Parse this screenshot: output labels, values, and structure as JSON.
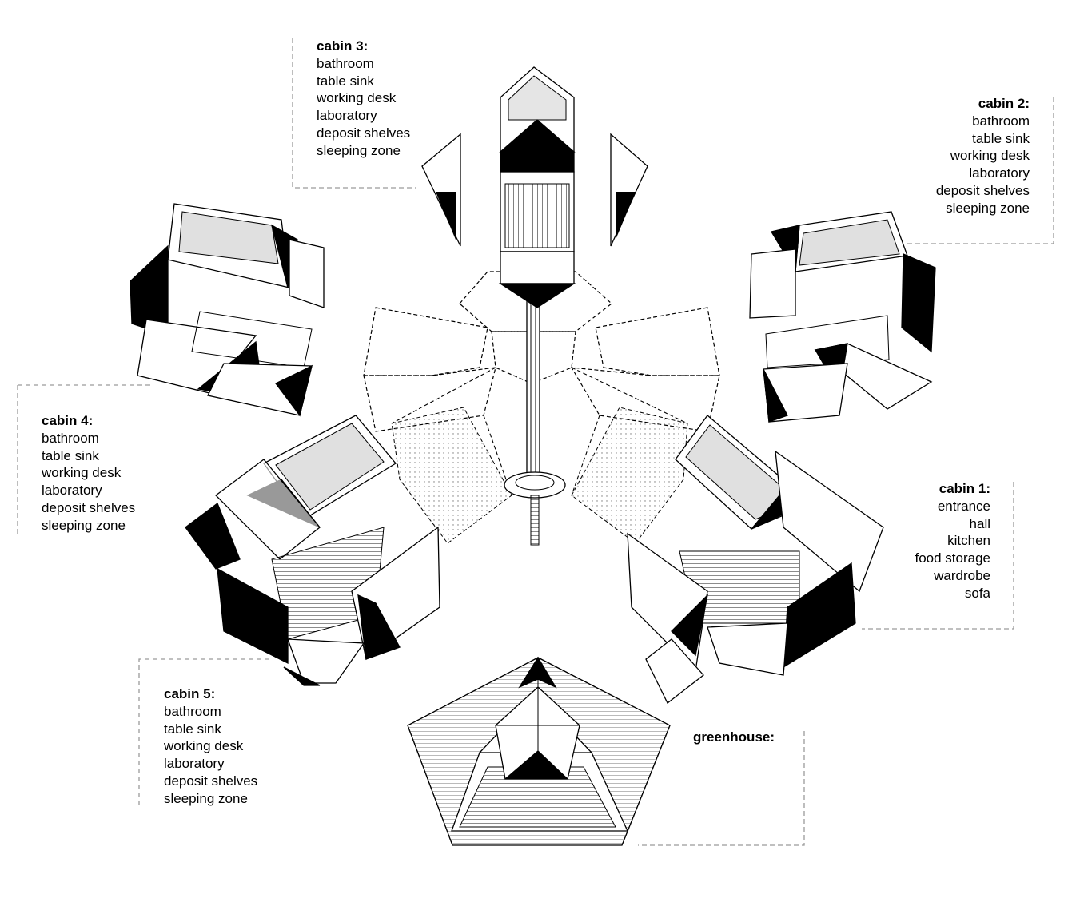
{
  "cabins": [
    {
      "title": "cabin 3:",
      "items": [
        "bathroom",
        "table sink",
        "working desk",
        "laboratory",
        "deposit shelves",
        "sleeping zone"
      ]
    },
    {
      "title": "cabin 2:",
      "items": [
        "bathroom",
        "table sink",
        "working desk",
        "laboratory",
        "deposit shelves",
        "sleeping zone"
      ]
    },
    {
      "title": "cabin 4:",
      "items": [
        "bathroom",
        "table sink",
        "working desk",
        "laboratory",
        "deposit shelves",
        "sleeping zone"
      ]
    },
    {
      "title": "cabin 1:",
      "items": [
        "entrance",
        "hall",
        "kitchen",
        "food storage",
        "wardrobe",
        "sofa"
      ]
    },
    {
      "title": "cabin 5:",
      "items": [
        "bathroom",
        "table sink",
        "working desk",
        "laboratory",
        "deposit shelves",
        "sleeping zone"
      ]
    }
  ],
  "greenhouse": {
    "title": "greenhouse:"
  },
  "colors": {
    "ink": "#000000",
    "paper": "#ffffff",
    "shade": "#d8d8d8",
    "leader": "#9a9a9a"
  }
}
